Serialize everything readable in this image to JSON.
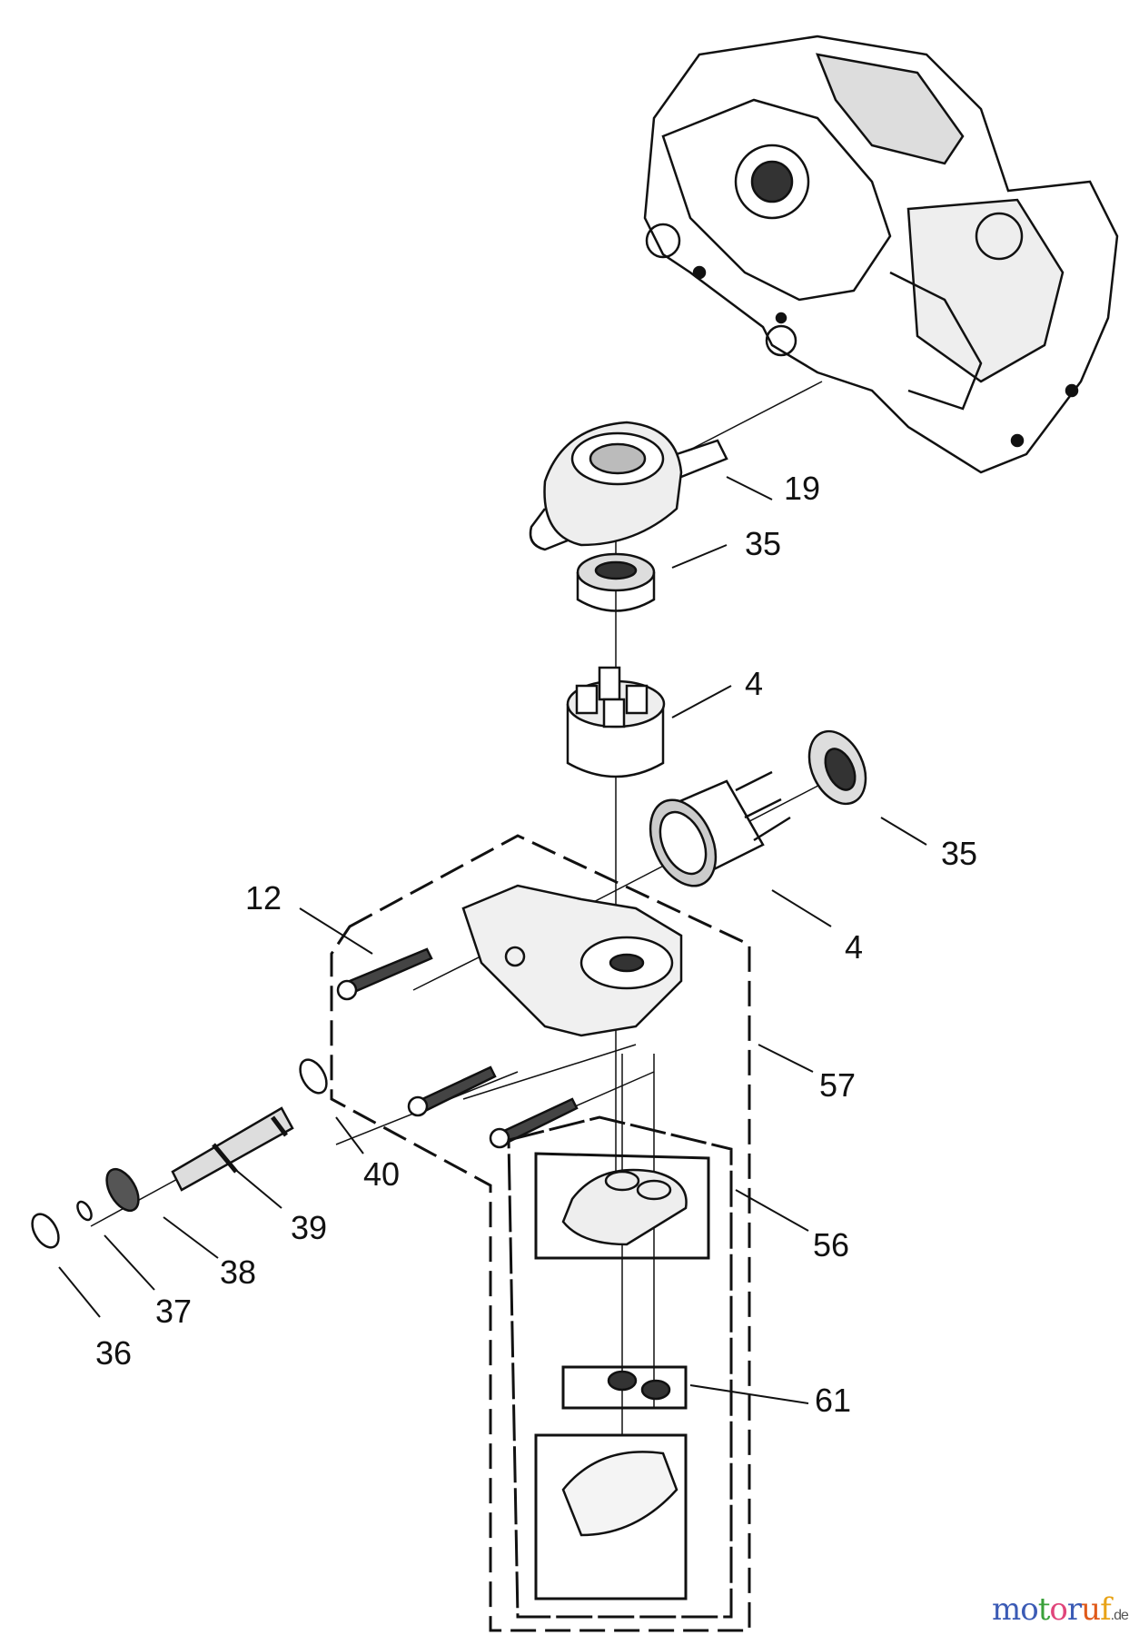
{
  "callouts": [
    {
      "id": "19",
      "text": "19"
    },
    {
      "id": "35a",
      "text": "35"
    },
    {
      "id": "4a",
      "text": "4"
    },
    {
      "id": "35b",
      "text": "35"
    },
    {
      "id": "12",
      "text": "12"
    },
    {
      "id": "4b",
      "text": "4"
    },
    {
      "id": "57",
      "text": "57"
    },
    {
      "id": "40",
      "text": "40"
    },
    {
      "id": "39",
      "text": "39"
    },
    {
      "id": "56",
      "text": "56"
    },
    {
      "id": "38",
      "text": "38"
    },
    {
      "id": "37",
      "text": "37"
    },
    {
      "id": "36",
      "text": "36"
    },
    {
      "id": "61",
      "text": "61"
    }
  ],
  "watermark": {
    "text": "motoruf",
    "suffix": ".de",
    "colors": [
      "#3b5bb5",
      "#3b5bb5",
      "#3aa03a",
      "#e0457b",
      "#3b5bb5",
      "#e05a1a",
      "#e8a317",
      "#e8a317"
    ]
  }
}
